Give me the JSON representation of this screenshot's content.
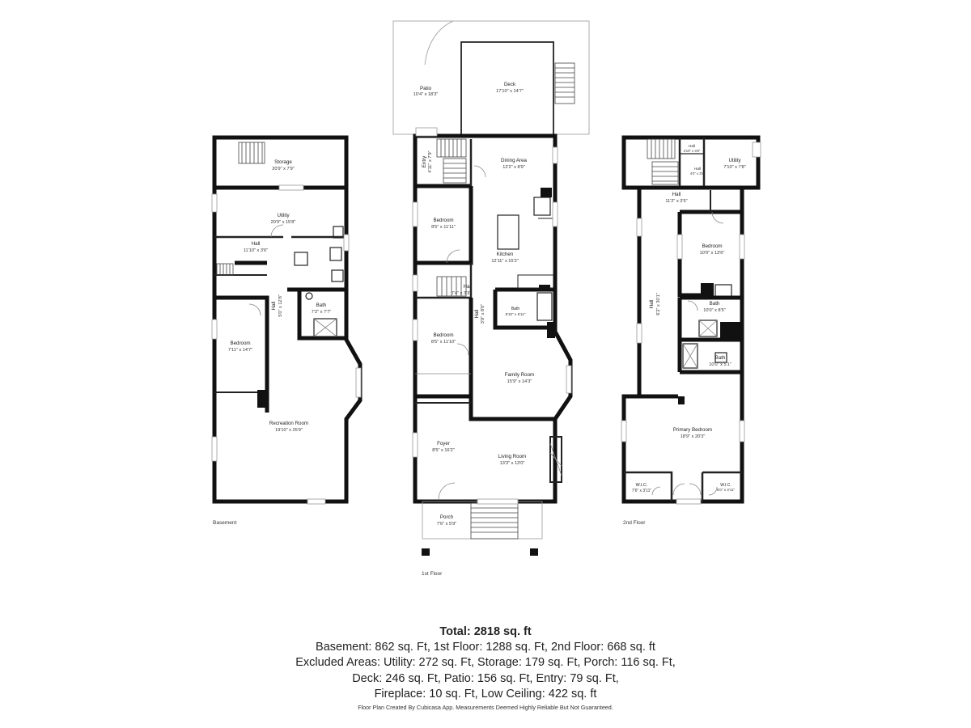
{
  "floors": {
    "basement": {
      "label": "Basement",
      "rooms": [
        {
          "name": "Storage",
          "dim": "20'9\" x 7'9\""
        },
        {
          "name": "Utility",
          "dim": "20'9\" x 15'8\""
        },
        {
          "name": "Hall",
          "dim": "11'10\" x 3'6\""
        },
        {
          "name": "Hall",
          "dim": "5'0\" x 12'8\""
        },
        {
          "name": "Bath",
          "dim": "7'2\" x 7'7\""
        },
        {
          "name": "Bedroom",
          "dim": "7'11\" x 14'7\""
        },
        {
          "name": "Recreation Room",
          "dim": "19'10\" x 25'9\""
        }
      ]
    },
    "first": {
      "label": "1st Floor",
      "rooms": [
        {
          "name": "Patio",
          "dim": "10'4\" x 18'3\""
        },
        {
          "name": "Deck",
          "dim": "17'10\" x 14'7\""
        },
        {
          "name": "Entry",
          "dim": "4'11\" x 7'9\""
        },
        {
          "name": "Dining Area",
          "dim": "12'2\" x 8'9\""
        },
        {
          "name": "Bedroom",
          "dim": "8'5\" x 11'11\""
        },
        {
          "name": "Kitchen",
          "dim": "12'11\" x 15'2\""
        },
        {
          "name": "Hall",
          "dim": "7'4\" x 3'3\""
        },
        {
          "name": "Hall",
          "dim": "3'9\" x 8'0\""
        },
        {
          "name": "Bath",
          "dim": "8'10\" x 5'11\""
        },
        {
          "name": "Bedroom",
          "dim": "8'5\" x 11'10\""
        },
        {
          "name": "Family Room",
          "dim": "15'9\" x 14'3\""
        },
        {
          "name": "Foyer",
          "dim": "8'5\" x 16'2\""
        },
        {
          "name": "Living Room",
          "dim": "13'3\" x 13'0\""
        },
        {
          "name": "Porch",
          "dim": "7'6\" x 5'9\""
        }
      ]
    },
    "second": {
      "label": "2nd Floor",
      "rooms": [
        {
          "name": "Hall",
          "dim": "3'10\" x 3'8\""
        },
        {
          "name": "Hall",
          "dim": "4'0\" x 3'8\""
        },
        {
          "name": "Utility",
          "dim": "7'10\" x 7'8\""
        },
        {
          "name": "Hall",
          "dim": "11'2\" x 3'5\""
        },
        {
          "name": "Bedroom",
          "dim": "10'0\" x 13'6\""
        },
        {
          "name": "Hall",
          "dim": "6'2\" x 30'1\""
        },
        {
          "name": "Bath",
          "dim": "10'0\" x 8'5\""
        },
        {
          "name": "Bath",
          "dim": "10'0\" x 5'1\""
        },
        {
          "name": "Primary Bedroom",
          "dim": "18'9\" x 20'3\""
        },
        {
          "name": "W.I.C.",
          "dim": "7'6\" x 3'11\""
        },
        {
          "name": "W.I.C.",
          "dim": "5'0\" x 3'11\""
        }
      ]
    }
  },
  "summary": {
    "total": "Total: 2818 sq. ft",
    "line1": "Basement: 862 sq. Ft, 1st Floor: 1288 sq. Ft, 2nd Floor: 668 sq. ft",
    "line2": "Excluded Areas: Utility: 272 sq. Ft, Storage: 179 sq. Ft, Porch: 116 sq. Ft,",
    "line3": "Deck: 246 sq. Ft, Patio: 156 sq. Ft, Entry: 79 sq. Ft,",
    "line4": "Fireplace: 10 sq. Ft, Low Ceiling: 422 sq. ft"
  },
  "credit": "Floor Plan Created By Cubicasa App. Measurements Deemed Highly Reliable But Not Guaranteed."
}
